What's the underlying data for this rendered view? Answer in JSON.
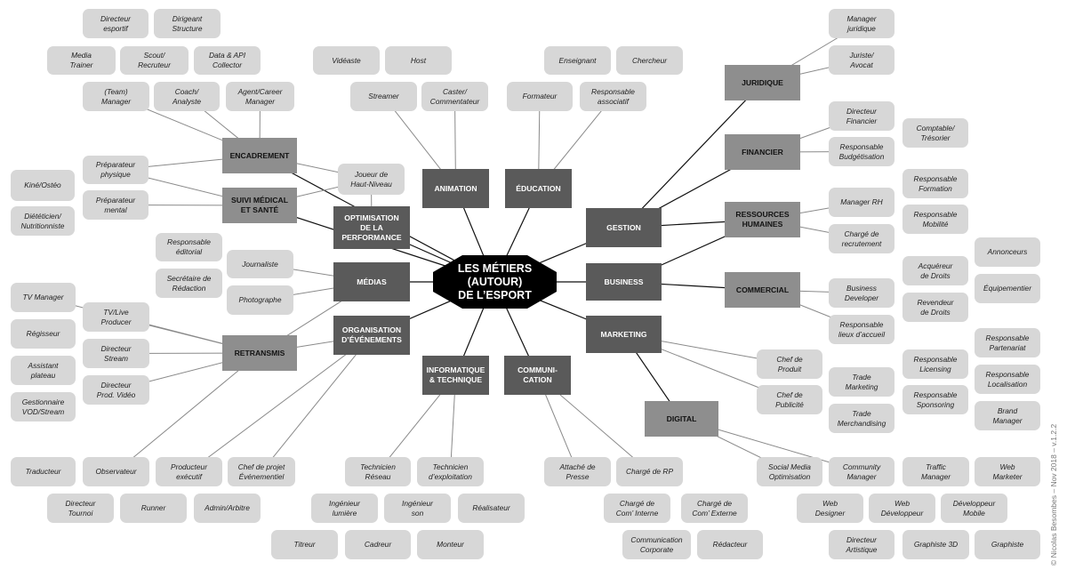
{
  "center": "LES MÉTIERS\n(AUTOUR)\nDE L’ESPORT",
  "credit": "© Nicolas Besombes – Nov 2018 – v.1.2.2",
  "colors": {
    "dark": "#5a5a5a",
    "mid": "#8e8e8e",
    "leaf": "#d7d7d7",
    "line": "#8a8a8a",
    "center": "#000000"
  },
  "categories": [
    {
      "id": "encadrement",
      "label": "ENCADREMENT",
      "tone": "mid"
    },
    {
      "id": "suivi",
      "label": "SUIVI MÉDICAL\nET SANTÉ",
      "tone": "mid"
    },
    {
      "id": "optimisation",
      "label": "OPTIMISATION\nDE LA\nPERFORMANCE",
      "tone": "dark"
    },
    {
      "id": "animation",
      "label": "ANIMATION",
      "tone": "dark"
    },
    {
      "id": "education",
      "label": "ÉDUCATION",
      "tone": "dark"
    },
    {
      "id": "gestion",
      "label": "GESTION",
      "tone": "dark"
    },
    {
      "id": "juridique",
      "label": "JURIDIQUE",
      "tone": "mid"
    },
    {
      "id": "financier",
      "label": "FINANCIER",
      "tone": "mid"
    },
    {
      "id": "rh",
      "label": "RESSOURCES\nHUMAINES",
      "tone": "mid"
    },
    {
      "id": "medias",
      "label": "MÉDIAS",
      "tone": "dark"
    },
    {
      "id": "business",
      "label": "BUSINESS",
      "tone": "dark"
    },
    {
      "id": "commercial",
      "label": "COMMERCIAL",
      "tone": "mid"
    },
    {
      "id": "organisation",
      "label": "ORGANISATION\nD’ÉVÉNEMENTS",
      "tone": "dark"
    },
    {
      "id": "retransmis",
      "label": "RETRANSMIS",
      "tone": "mid"
    },
    {
      "id": "marketing",
      "label": "MARKETING",
      "tone": "dark"
    },
    {
      "id": "digital",
      "label": "DIGITAL",
      "tone": "mid"
    },
    {
      "id": "informatique",
      "label": "INFORMATIQUE\n& TECHNIQUE",
      "tone": "dark"
    },
    {
      "id": "communication",
      "label": "COMMUNI-\nCATION",
      "tone": "dark"
    }
  ],
  "leaves": [
    {
      "id": "dir_esportif",
      "label": "Directeur\nesportif"
    },
    {
      "id": "dirigeant",
      "label": "Dirigeant\nStructure"
    },
    {
      "id": "media_trainer",
      "label": "Media\nTrainer"
    },
    {
      "id": "scout",
      "label": "Scout/\nRecruteur"
    },
    {
      "id": "data_api",
      "label": "Data & API\nCollector"
    },
    {
      "id": "team_manager",
      "label": "(Team)\nManager"
    },
    {
      "id": "coach",
      "label": "Coach/\nAnalyste"
    },
    {
      "id": "agent",
      "label": "Agent/Career\nManager"
    },
    {
      "id": "preparateur_phys",
      "label": "Préparateur\nphysique"
    },
    {
      "id": "preparateur_mental",
      "label": "Préparateur\nmental"
    },
    {
      "id": "kine",
      "label": "Kiné/Ostéo"
    },
    {
      "id": "dieteticien",
      "label": "Diététicien/\nNutritionniste"
    },
    {
      "id": "joueur",
      "label": "Joueur de\nHaut-Niveau"
    },
    {
      "id": "videaste",
      "label": "Vidéaste"
    },
    {
      "id": "host",
      "label": "Host"
    },
    {
      "id": "streamer",
      "label": "Streamer"
    },
    {
      "id": "caster",
      "label": "Caster/\nCommentateur"
    },
    {
      "id": "enseignant",
      "label": "Enseignant"
    },
    {
      "id": "chercheur",
      "label": "Chercheur"
    },
    {
      "id": "formateur",
      "label": "Formateur"
    },
    {
      "id": "resp_associatif",
      "label": "Responsable\nassociatif"
    },
    {
      "id": "manager_juridique",
      "label": "Manager\njuridique"
    },
    {
      "id": "juriste",
      "label": "Juriste/\nAvocat"
    },
    {
      "id": "dir_financier",
      "label": "Directeur\nFinancier"
    },
    {
      "id": "resp_budget",
      "label": "Responsable\nBudgétisation"
    },
    {
      "id": "comptable",
      "label": "Comptable/\nTrésorier"
    },
    {
      "id": "manager_rh",
      "label": "Manager RH"
    },
    {
      "id": "charge_recrutement",
      "label": "Chargé de\nrecrutement"
    },
    {
      "id": "resp_formation",
      "label": "Responsable\nFormation"
    },
    {
      "id": "resp_mobilite",
      "label": "Responsable\nMobilité"
    },
    {
      "id": "resp_editorial",
      "label": "Responsable\néditorial"
    },
    {
      "id": "secretaire",
      "label": "Secrétaire de\nRédaction"
    },
    {
      "id": "journaliste",
      "label": "Journaliste"
    },
    {
      "id": "photographe",
      "label": "Photographe"
    },
    {
      "id": "business_dev",
      "label": "Business\nDeveloper"
    },
    {
      "id": "resp_lieux",
      "label": "Responsable\nlieux d’accueil"
    },
    {
      "id": "acquereur",
      "label": "Acquéreur\nde Droits"
    },
    {
      "id": "revendeur",
      "label": "Revendeur\nde Droits"
    },
    {
      "id": "annonceurs",
      "label": "Annonceurs"
    },
    {
      "id": "equipementier",
      "label": "Équipementier"
    },
    {
      "id": "tv_manager",
      "label": "TV Manager"
    },
    {
      "id": "regisseur",
      "label": "Régisseur"
    },
    {
      "id": "assistant_plateau",
      "label": "Assistant\nplateau"
    },
    {
      "id": "gestionnaire_vod",
      "label": "Gestionnaire\nVOD/Stream"
    },
    {
      "id": "tv_live",
      "label": "TV/Live\nProducer"
    },
    {
      "id": "dir_stream",
      "label": "Directeur\nStream"
    },
    {
      "id": "dir_prod_video",
      "label": "Directeur\nProd. Vidéo"
    },
    {
      "id": "chef_produit",
      "label": "Chef de\nProduit"
    },
    {
      "id": "chef_publicite",
      "label": "Chef de\nPublicité"
    },
    {
      "id": "trade_marketing",
      "label": "Trade\nMarketing"
    },
    {
      "id": "trade_merch",
      "label": "Trade\nMerchandising"
    },
    {
      "id": "resp_licensing",
      "label": "Responsable\nLicensing"
    },
    {
      "id": "resp_sponsoring",
      "label": "Responsable\nSponsoring"
    },
    {
      "id": "resp_partenariat",
      "label": "Responsable\nPartenariat"
    },
    {
      "id": "resp_localisation",
      "label": "Responsable\nLocalisation"
    },
    {
      "id": "brand_manager",
      "label": "Brand\nManager"
    },
    {
      "id": "traducteur",
      "label": "Traducteur"
    },
    {
      "id": "observateur",
      "label": "Observateur"
    },
    {
      "id": "producteur",
      "label": "Producteur\nexécutif"
    },
    {
      "id": "chef_projet",
      "label": "Chef de projet\nÉvénementiel"
    },
    {
      "id": "dir_tournoi",
      "label": "Directeur\nTournoi"
    },
    {
      "id": "runner",
      "label": "Runner"
    },
    {
      "id": "admin",
      "label": "Admin/Arbitre"
    },
    {
      "id": "tech_reseau",
      "label": "Technicien\nRéseau"
    },
    {
      "id": "tech_exploitation",
      "label": "Technicien\nd’exploitation"
    },
    {
      "id": "ing_lumiere",
      "label": "Ingénieur\nlumière"
    },
    {
      "id": "ing_son",
      "label": "Ingénieur\nson"
    },
    {
      "id": "realisateur",
      "label": "Réalisateur"
    },
    {
      "id": "titreur",
      "label": "Titreur"
    },
    {
      "id": "cadreur",
      "label": "Cadreur"
    },
    {
      "id": "monteur",
      "label": "Monteur"
    },
    {
      "id": "attache_presse",
      "label": "Attaché de\nPresse"
    },
    {
      "id": "charge_rp",
      "label": "Chargé de RP"
    },
    {
      "id": "charge_com_int",
      "label": "Chargé de\nCom’ Interne"
    },
    {
      "id": "charge_com_ext",
      "label": "Chargé de\nCom’ Externe"
    },
    {
      "id": "com_corporate",
      "label": "Communication\nCorporate"
    },
    {
      "id": "redacteur",
      "label": "Rédacteur"
    },
    {
      "id": "smo",
      "label": "Social Media\nOptimisation"
    },
    {
      "id": "community",
      "label": "Community\nManager"
    },
    {
      "id": "traffic",
      "label": "Traffic\nManager"
    },
    {
      "id": "web_marketer",
      "label": "Web\nMarketer"
    },
    {
      "id": "web_designer",
      "label": "Web\nDesigner"
    },
    {
      "id": "web_dev",
      "label": "Web\nDéveloppeur"
    },
    {
      "id": "dev_mobile",
      "label": "Développeur\nMobile"
    },
    {
      "id": "dir_artistique",
      "label": "Directeur\nArtistique"
    },
    {
      "id": "graphiste3d",
      "label": "Graphiste 3D"
    },
    {
      "id": "graphiste",
      "label": "Graphiste"
    }
  ]
}
